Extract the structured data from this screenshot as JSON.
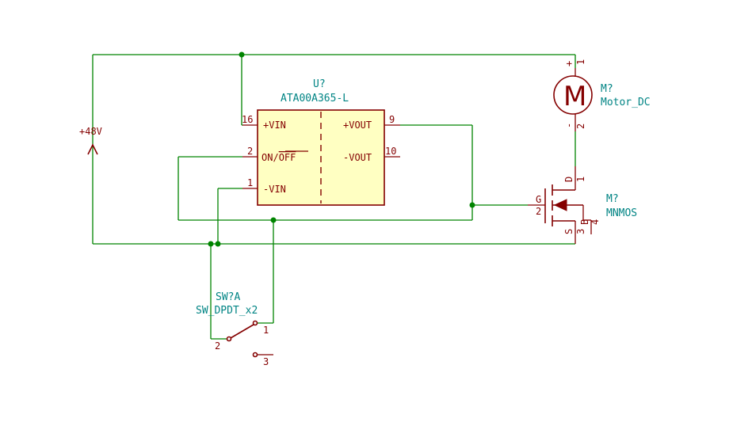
{
  "converter": {
    "reference": "U?",
    "value": "ATA00A365-L",
    "pins": {
      "vin_pos": {
        "number": "16",
        "name": "+VIN"
      },
      "on_off": {
        "number": "2",
        "name": "ON/",
        "name_overbar": "OFF"
      },
      "vin_neg": {
        "number": "1",
        "name": "-VIN"
      },
      "vout_pos": {
        "number": "9",
        "name": "+VOUT"
      },
      "vout_neg": {
        "number": "10",
        "name": "-VOUT"
      }
    }
  },
  "motor": {
    "reference": "M?",
    "value": "Motor_DC",
    "glyph": "M",
    "pins": {
      "pos": {
        "number": "1",
        "sign": "+"
      },
      "neg": {
        "number": "2",
        "sign": "-"
      }
    }
  },
  "mosfet": {
    "reference": "M?",
    "value": "MNMOS",
    "pins": {
      "drain": {
        "number": "1",
        "name": "D"
      },
      "gate": {
        "number": "2",
        "name": "G"
      },
      "source": {
        "number": "3",
        "name": "S"
      },
      "bulk": {
        "number": "4",
        "name": "B"
      }
    }
  },
  "switch": {
    "reference": "SW?A",
    "value": "SW_DPDT_x2",
    "pins": {
      "p1": "1",
      "p2": "2",
      "p3": "3"
    }
  },
  "power": {
    "label": "+48V"
  }
}
